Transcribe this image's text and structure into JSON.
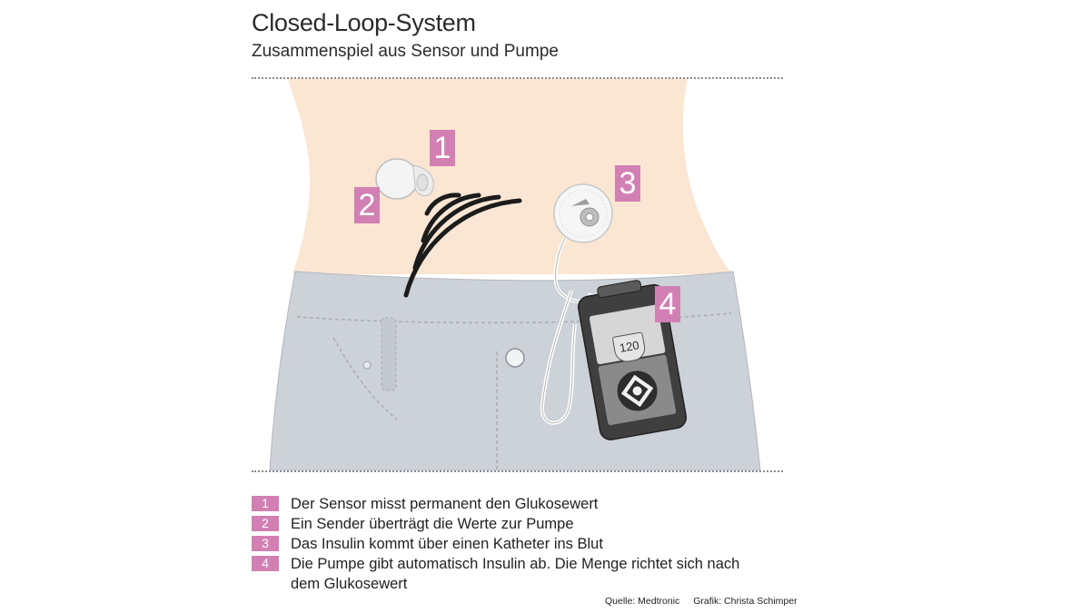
{
  "header": {
    "title": "Closed-Loop-System",
    "subtitle": "Zusammenspiel aus Sensor und Pumpe"
  },
  "markers": [
    "1",
    "2",
    "3",
    "4"
  ],
  "pump_display": "120",
  "legend": [
    {
      "num": "1",
      "text": "Der Sensor misst permanent den Glukosewert"
    },
    {
      "num": "2",
      "text": "Ein Sender überträgt die Werte zur Pumpe"
    },
    {
      "num": "3",
      "text": "Das Insulin kommt über einen Katheter ins Blut"
    },
    {
      "num": "4",
      "text": "Die Pumpe gibt automatisch Insulin ab. Die Menge richtet sich nach dem Glukosewert"
    }
  ],
  "credits": {
    "source": "Quelle: Medtronic",
    "graphic": "Grafik: Christa Schimper"
  },
  "colors": {
    "skin": "#fbe6d3",
    "jeans": "#cdd1d8",
    "marker": "#d27fb4",
    "pump": "#3f3f3f"
  }
}
